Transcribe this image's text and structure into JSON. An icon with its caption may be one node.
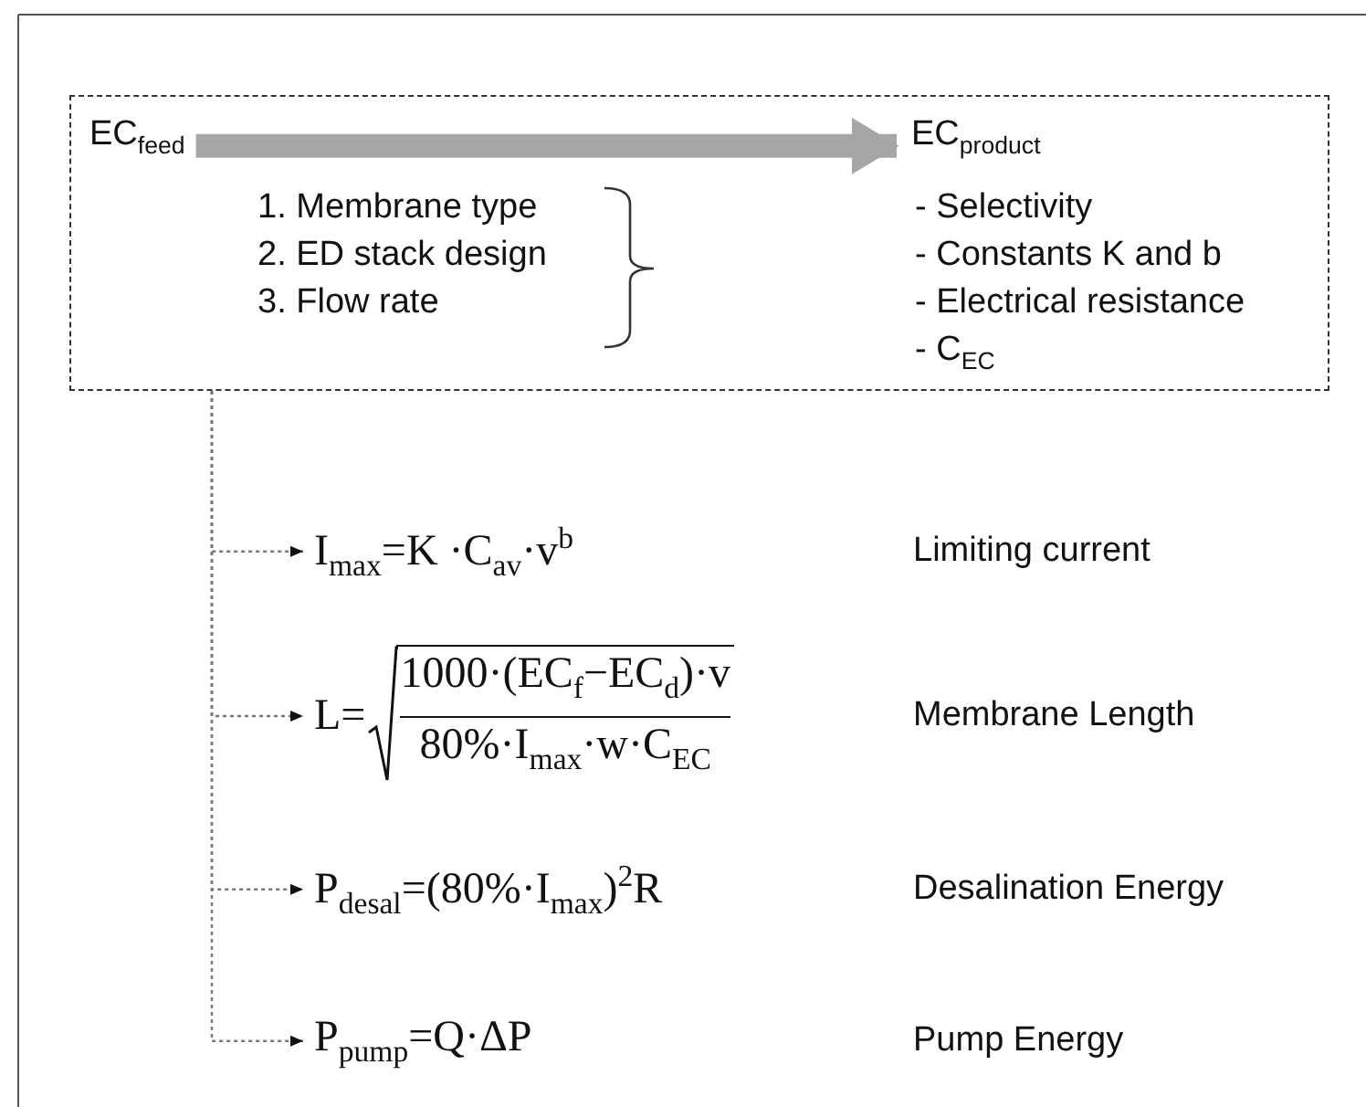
{
  "diagram": {
    "nodes": [
      {
        "text": [],
        "shape": "box"
      },
      {
        "text": [
          "EC$_{feed}$"
        ],
        "in": 0
      },
      {
        "text": [
          "EC$_{product}$"
        ],
        "in": 0
      },
      {
        "text": [
          "1. Membrane type",
          "2. ED stack design",
          "3. Flow rate"
        ],
        "in": 0
      },
      {
        "text": [
          "- Selectivity",
          "- Constants K and b",
          "- Electrical resistance",
          "- C$_{EC}$"
        ],
        "in": 0
      },
      {
        "text": [
          "I$_{max}$=K ·C$_{av}$·v$^{b}$"
        ]
      },
      {
        "text": [
          "L=",
          "1000·(EC$_{f}$−EC$_{d}$)·v",
          "80%·I$_{max}$·w·C$_{EC}$"
        ]
      },
      {
        "text": [
          "P$_{desal}$=(80%·I$_{max}$)$^{2}$R"
        ]
      },
      {
        "text": [
          "P$_{pump}$=Q·ΔP"
        ]
      }
    ],
    "labels": [
      "Limiting current",
      "Membrane Length",
      "Desalination Energy",
      "Pump Energy"
    ],
    "edges": [
      {
        "from": 1,
        "to": 2,
        "arrow": "to",
        "style": "thick",
        "color": "#a6a6a6"
      },
      {
        "from": 0,
        "to": 5,
        "arrow": "to",
        "style": "dashed"
      },
      {
        "from": 0,
        "to": 6,
        "arrow": "to",
        "style": "dashed"
      },
      {
        "from": 0,
        "to": 7,
        "arrow": "to",
        "style": "dashed"
      },
      {
        "from": 0,
        "to": 8,
        "arrow": "to",
        "style": "dashed"
      }
    ]
  }
}
